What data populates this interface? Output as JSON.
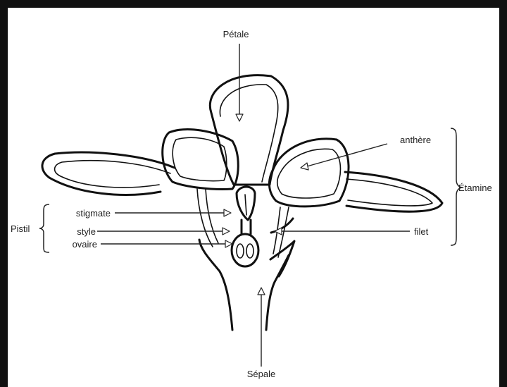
{
  "labels": {
    "petale": "Pétale",
    "anthere": "anthère",
    "etamine": "Étamine",
    "pistil": "Pistil",
    "stigmate": "stigmate",
    "style": "style",
    "ovaire": "ovaire",
    "filet": "filet",
    "sepale": "Sépale"
  }
}
